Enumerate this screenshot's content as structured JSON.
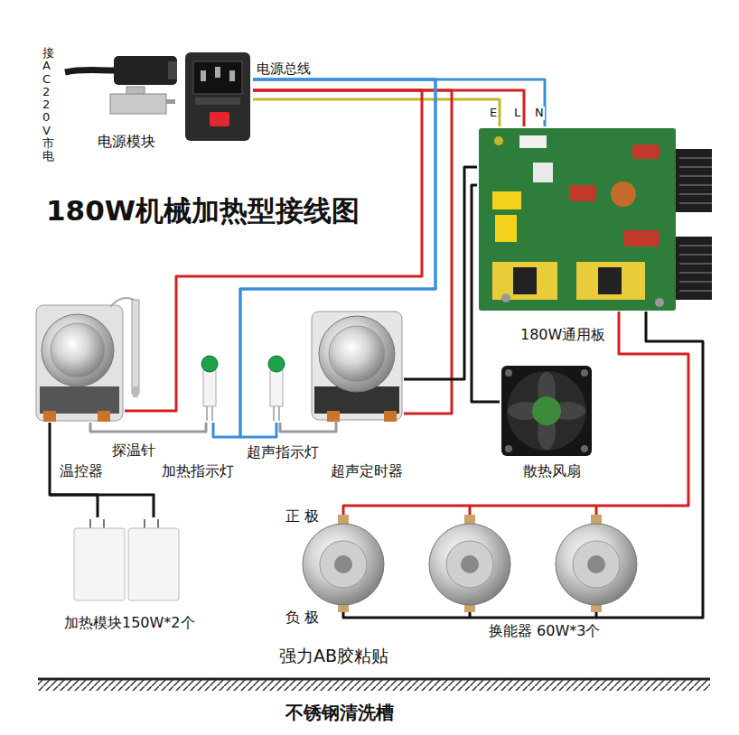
{
  "diagram": {
    "title": "180W机械加热型接线图",
    "nodes": [
      {
        "text": [
          "电源模块"
        ]
      },
      {
        "text": [
          "180W通用板"
        ]
      },
      {
        "text": [
          "温控器"
        ]
      },
      {
        "text": [
          "加热指示灯"
        ]
      },
      {
        "text": [
          "超声指示灯"
        ]
      },
      {
        "text": [
          "超声定时器"
        ]
      },
      {
        "text": [
          "散热风扇"
        ]
      },
      {
        "text": [
          "加热模块150W*2个"
        ]
      },
      {
        "text": [
          "换能器 60W*3个"
        ]
      },
      {
        "text": [
          "不锈钢清洗槽"
        ]
      }
    ],
    "edges": [
      {
        "from": 0,
        "to": 1,
        "label": "电源总线",
        "arrow": "none"
      },
      {
        "from": 0,
        "to": 2,
        "arrow": "none"
      },
      {
        "from": 0,
        "to": 5,
        "arrow": "none"
      },
      {
        "from": 0,
        "to": 3,
        "arrow": "none"
      },
      {
        "from": 0,
        "to": 4,
        "arrow": "none"
      },
      {
        "from": 2,
        "to": 3,
        "arrow": "none"
      },
      {
        "from": 5,
        "to": 4,
        "arrow": "none"
      },
      {
        "from": 2,
        "to": 7,
        "arrow": "none"
      },
      {
        "from": 5,
        "to": 1,
        "arrow": "none"
      },
      {
        "from": 1,
        "to": 6,
        "arrow": "none"
      },
      {
        "from": 1,
        "to": 8,
        "arrow": "none"
      },
      {
        "from": 1,
        "to": 8,
        "arrow": "none"
      }
    ],
    "labels": [
      "接AC 220V市电",
      "E",
      "L",
      "N",
      "探温针",
      "正 极",
      "负 极",
      "强力AB胶粘贴"
    ]
  }
}
